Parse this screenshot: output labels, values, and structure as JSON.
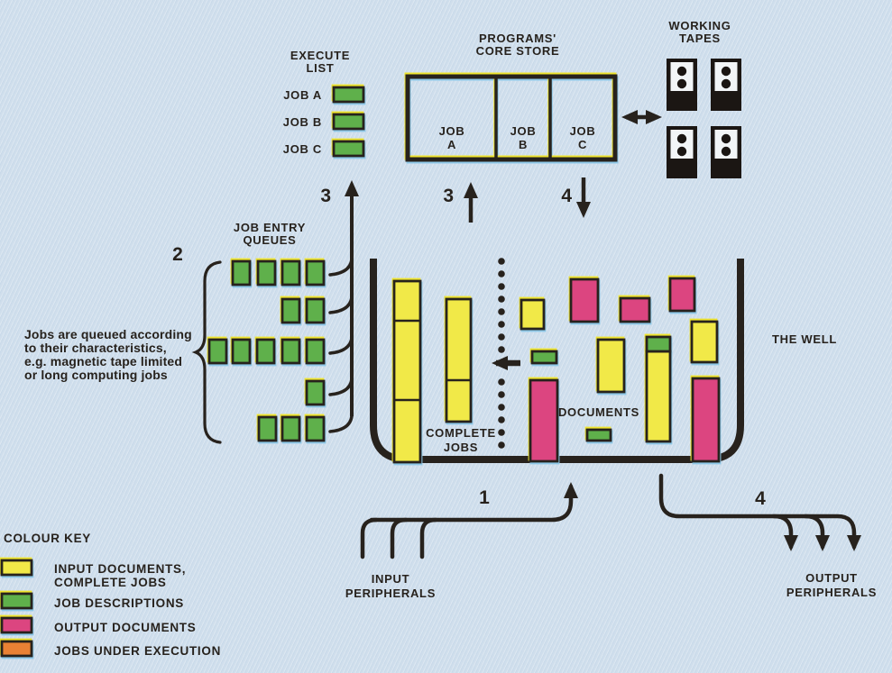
{
  "colors": {
    "bg": "#cfdeec",
    "ink": "#27221d",
    "yellow": "#f1e948",
    "green": "#5fb04b",
    "pink": "#dc4580",
    "orange": "#e98134",
    "tape": "#1b1613",
    "paperWhite": "#f2f5f7",
    "misregYellow": "#efe42e",
    "misregCyan": "#8ec8e8"
  },
  "execute_list": {
    "title_lines": [
      "EXECUTE",
      "LIST"
    ],
    "items": [
      "JOB A",
      "JOB B",
      "JOB C"
    ]
  },
  "core_store": {
    "title_lines": [
      "PROGRAMS'",
      "CORE STORE"
    ],
    "jobs": [
      [
        "JOB",
        "A"
      ],
      [
        "JOB",
        "B"
      ],
      [
        "JOB",
        "C"
      ]
    ]
  },
  "working_tapes": {
    "title_lines": [
      "WORKING",
      "TAPES"
    ],
    "tape_count": 4
  },
  "job_entry_queues": {
    "title_lines": [
      "JOB ENTRY",
      "QUEUES"
    ],
    "row_lengths": [
      4,
      2,
      5,
      1,
      3
    ],
    "note_lines": [
      "Jobs are queued according",
      "to their characteristics,",
      "e.g. magnetic tape limited",
      "or long computing jobs"
    ]
  },
  "steps": {
    "queue_step": "2",
    "execute_step": "3",
    "load_step": "3",
    "unload_step": "4",
    "input_step": "1",
    "output_step": "4"
  },
  "well": {
    "label": "THE WELL",
    "complete_jobs_lines": [
      "COMPLETE",
      "JOBS"
    ],
    "documents_label": "DOCUMENTS"
  },
  "peripherals": {
    "input_lines": [
      "INPUT",
      "PERIPHERALS"
    ],
    "output_lines": [
      "OUTPUT",
      "PERIPHERALS"
    ]
  },
  "colour_key": {
    "title": "COLOUR KEY",
    "entries": [
      {
        "swatch": "yellow",
        "label_lines": [
          "INPUT DOCUMENTS,",
          "COMPLETE JOBS"
        ]
      },
      {
        "swatch": "green",
        "label_lines": [
          "JOB DESCRIPTIONS"
        ]
      },
      {
        "swatch": "pink",
        "label_lines": [
          "OUTPUT DOCUMENTS"
        ]
      },
      {
        "swatch": "orange",
        "label_lines": [
          "JOBS UNDER EXECUTION"
        ]
      }
    ]
  }
}
